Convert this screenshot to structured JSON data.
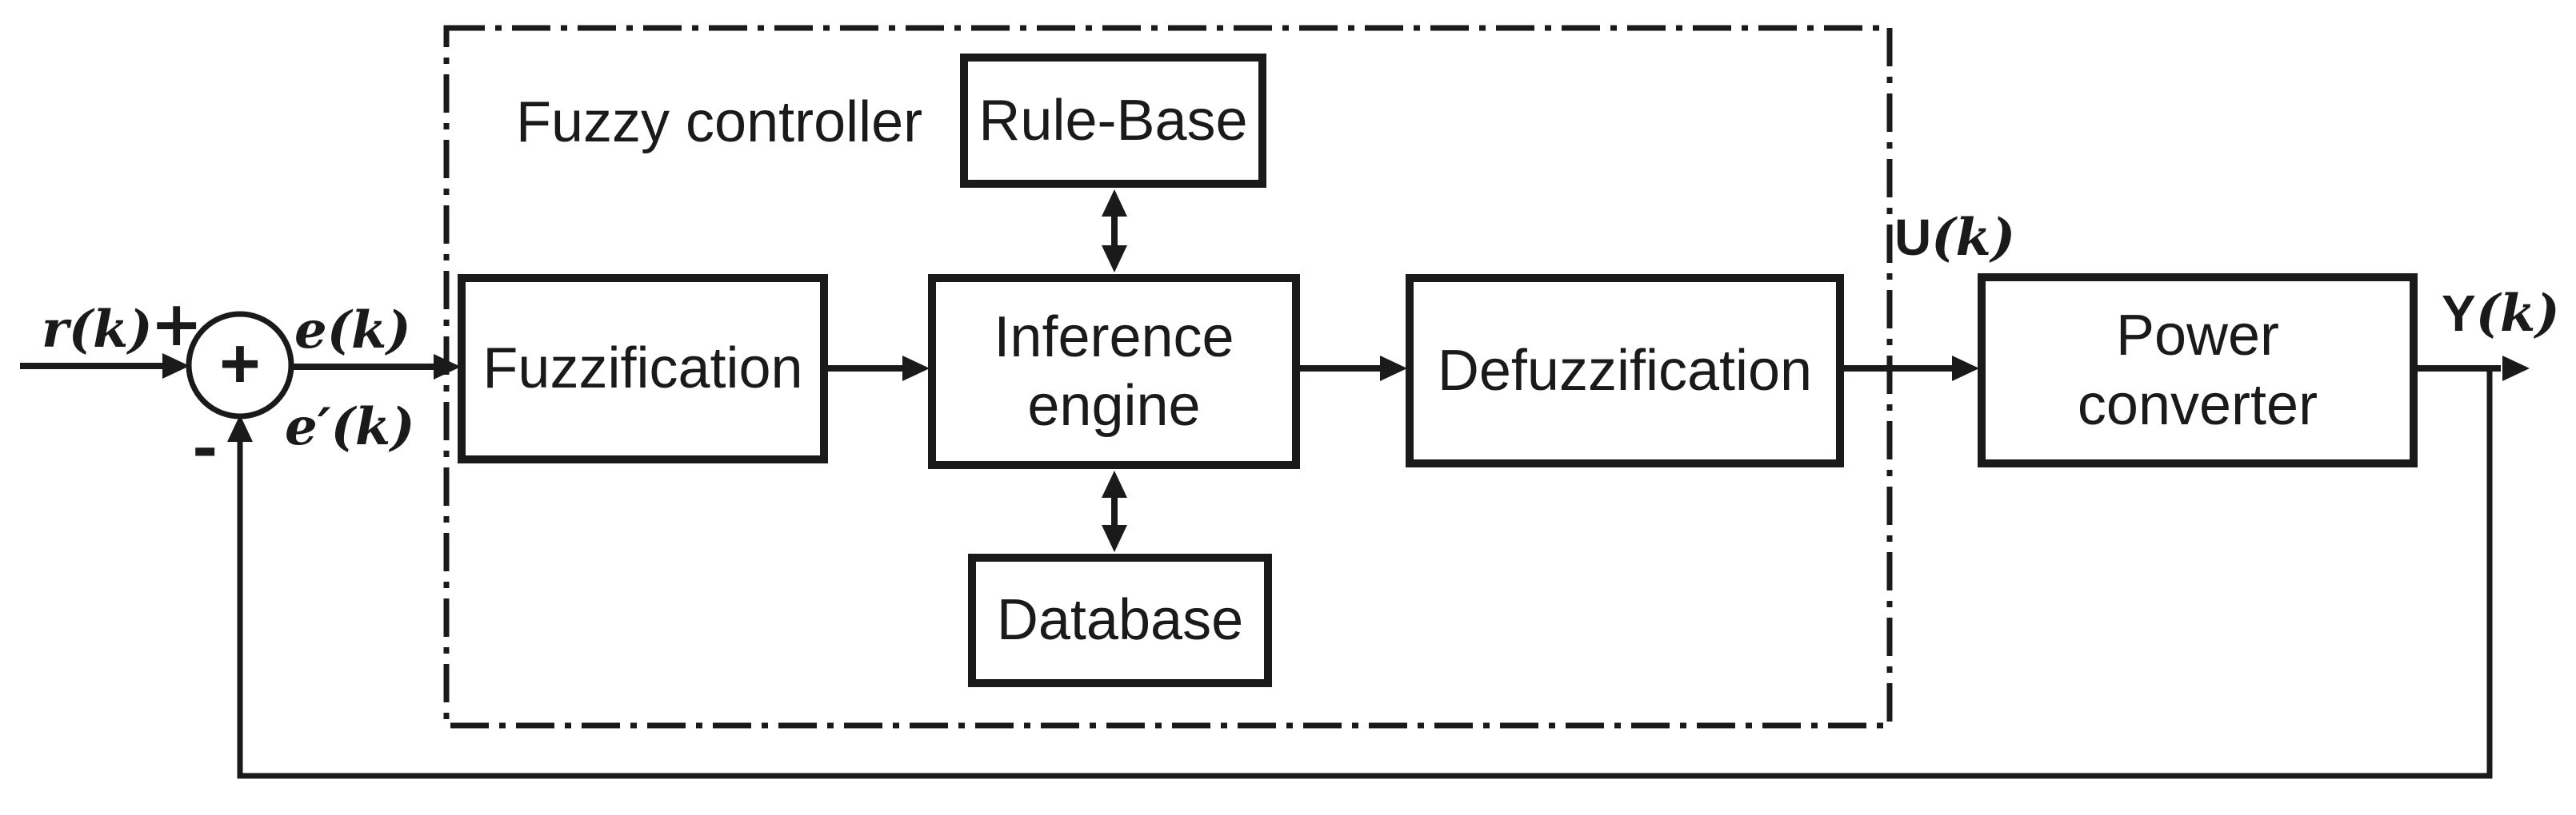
{
  "figure": {
    "type": "control-system-block-diagram",
    "title": "Fuzzy controller"
  },
  "blocks": {
    "fuzzification": "Fuzzification",
    "inference_engine": "Inference engine",
    "rule_base": "Rule-Base",
    "database": "Database",
    "defuzzification": "Defuzzification",
    "power_converter": "Power converter"
  },
  "signals": {
    "reference": {
      "base": "r",
      "suffix": "(k)"
    },
    "error": {
      "base": "e",
      "suffix": "(k)"
    },
    "error_change": {
      "base": "e′",
      "suffix": "(k)"
    },
    "control": {
      "base": "U",
      "suffix": "(k)"
    },
    "output": {
      "base": "Y",
      "suffix": "(k)"
    }
  },
  "operators": {
    "summing_junction": "+",
    "input_sign": "+",
    "feedback_sign": "-"
  },
  "colors": {
    "ink": "#1a1a1a",
    "background": "#ffffff"
  }
}
